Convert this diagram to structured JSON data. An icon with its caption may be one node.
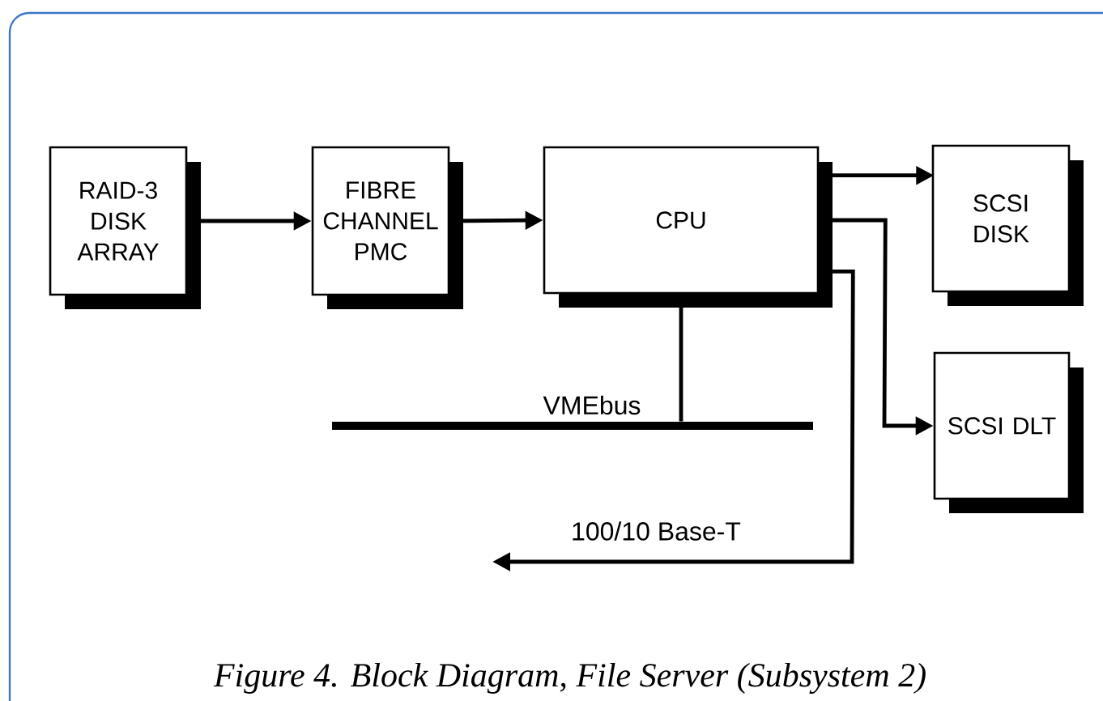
{
  "diagram": {
    "caption": "Figure 4. Block Diagram, File Server (Subsystem 2)",
    "nodes": [
      {
        "text": [
          "RAID-3 DISK ARRAY"
        ]
      },
      {
        "text": [
          "FIBRE CHANNEL PMC"
        ]
      },
      {
        "text": [
          "CPU"
        ]
      },
      {
        "text": [
          "SCSI DISK"
        ]
      },
      {
        "text": [
          "SCSI DLT"
        ]
      },
      {
        "text": [
          "VMEbus"
        ]
      }
    ],
    "edges": [
      {
        "from": 0,
        "to": 1,
        "arrow": "to"
      },
      {
        "from": 1,
        "to": 2,
        "arrow": "to"
      },
      {
        "from": 2,
        "to": 3,
        "arrow": "to"
      },
      {
        "from": 2,
        "to": 4,
        "arrow": "to"
      },
      {
        "from": 2,
        "to": 5,
        "arrow": "none"
      },
      {
        "from": 2,
        "to": null,
        "arrow": "to",
        "label": "100/10 Base-T"
      }
    ]
  }
}
